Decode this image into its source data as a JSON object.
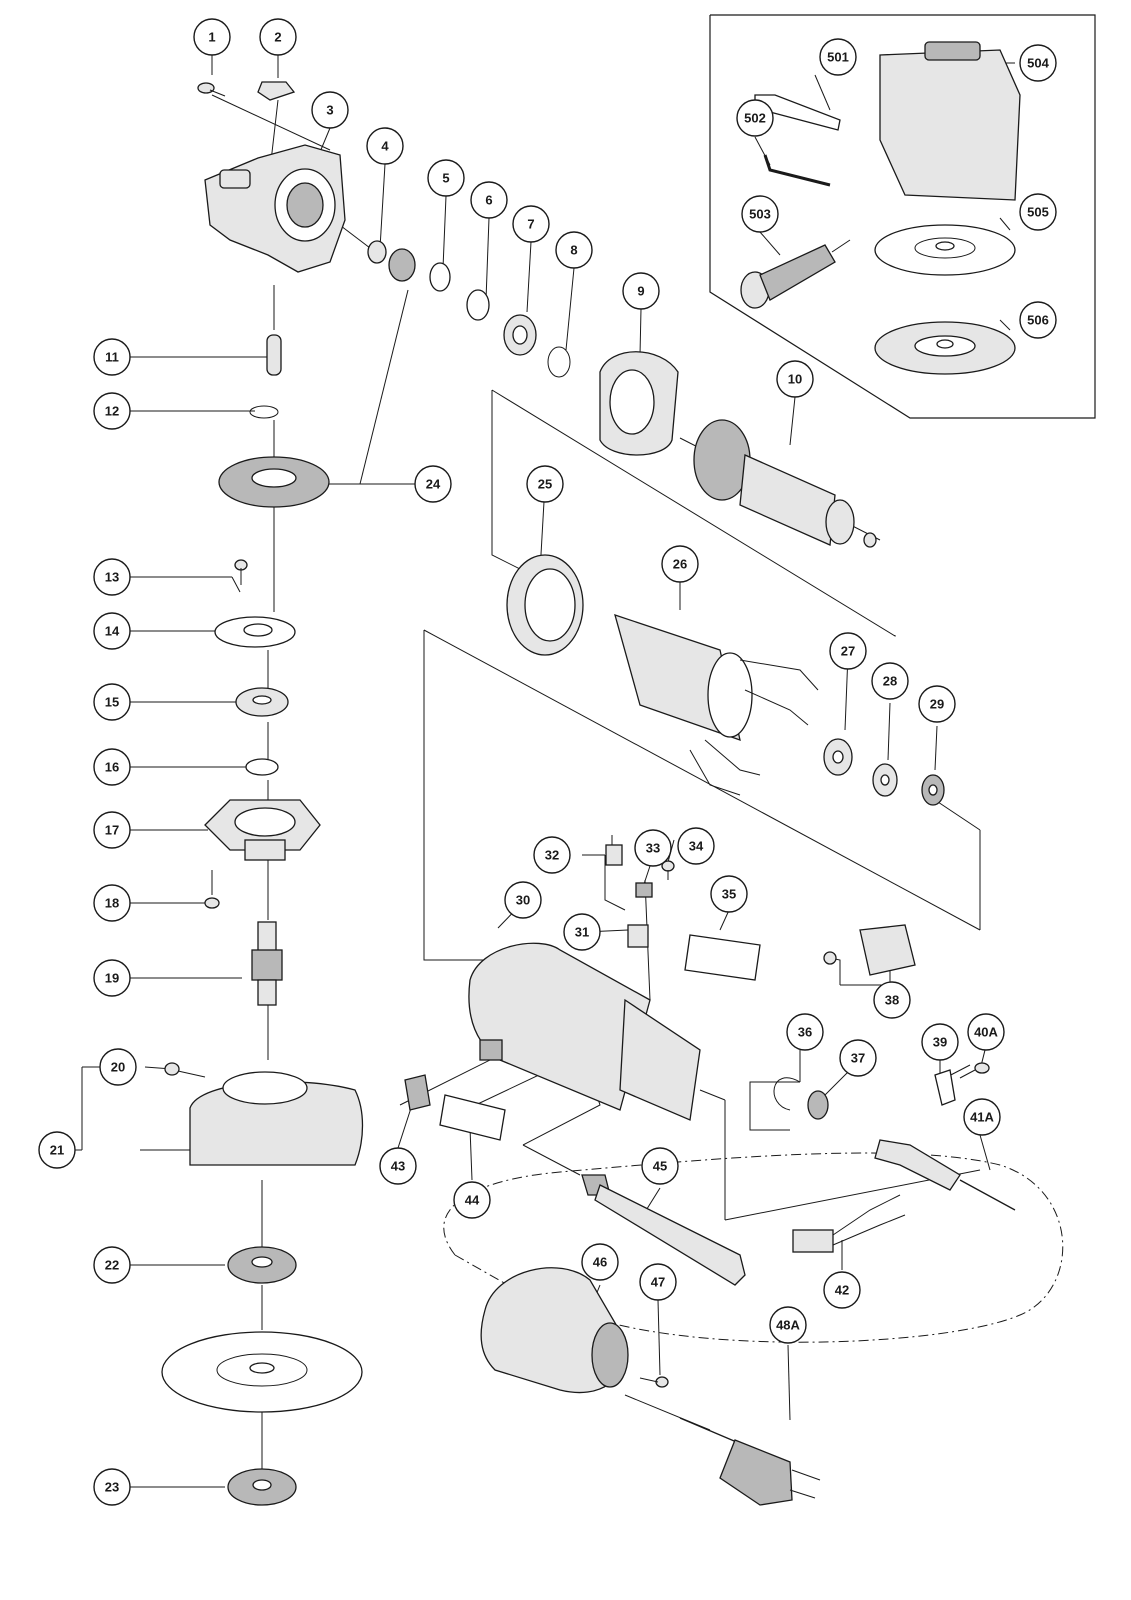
{
  "callouts": {
    "c1": "1",
    "c2": "2",
    "c3": "3",
    "c4": "4",
    "c5": "5",
    "c6": "6",
    "c7": "7",
    "c8": "8",
    "c9": "9",
    "c10": "10",
    "c11": "11",
    "c12": "12",
    "c13": "13",
    "c14": "14",
    "c15": "15",
    "c16": "16",
    "c17": "17",
    "c18": "18",
    "c19": "19",
    "c20": "20",
    "c21": "21",
    "c22": "22",
    "c23": "23",
    "c24": "24",
    "c25": "25",
    "c26": "26",
    "c27": "27",
    "c28": "28",
    "c29": "29",
    "c30": "30",
    "c31": "31",
    "c32": "32",
    "c33": "33",
    "c34": "34",
    "c35": "35",
    "c36": "36",
    "c37": "37",
    "c38": "38",
    "c39": "39",
    "c40A": "40A",
    "c41A": "41A",
    "c42": "42",
    "c43": "43",
    "c44": "44",
    "c45": "45",
    "c46": "46",
    "c47": "47",
    "c48A": "48A",
    "c501": "501",
    "c502": "502",
    "c503": "503",
    "c504": "504",
    "c505": "505",
    "c506": "506"
  }
}
